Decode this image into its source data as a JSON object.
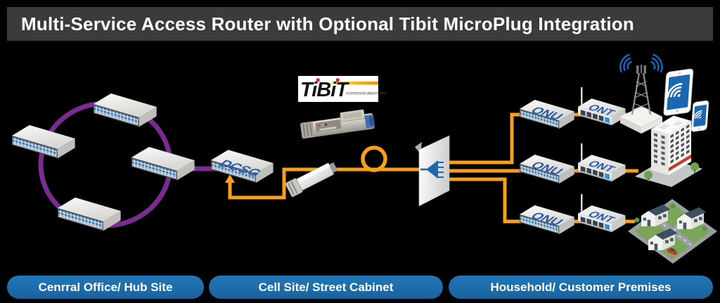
{
  "title_bar": {
    "text": "Multi-Service Access Router with Optional Tibit MicroPlug Integration"
  },
  "logo": {
    "brand": "TiBiT",
    "tagline": "communications inc"
  },
  "devices": {
    "dcsg": "DCSG",
    "onu": "ONU",
    "ont": "ONT"
  },
  "zones": [
    {
      "label": "Cenrral Office/ Hub Site"
    },
    {
      "label": "Cell Site/ Street Cabinet"
    },
    {
      "label": "Household/ Customer Premises"
    }
  ],
  "colors": {
    "title_bar_bg": "#3B3B3B",
    "zone_pill_blue": "#1D6FAD",
    "fiber_orange": "#F9A01B",
    "ring_purple": "#7A2B8F",
    "device_label_blue": "#2A5CA8",
    "port_blue": "#3579C0",
    "wireless_blue": "#1A67B2"
  }
}
